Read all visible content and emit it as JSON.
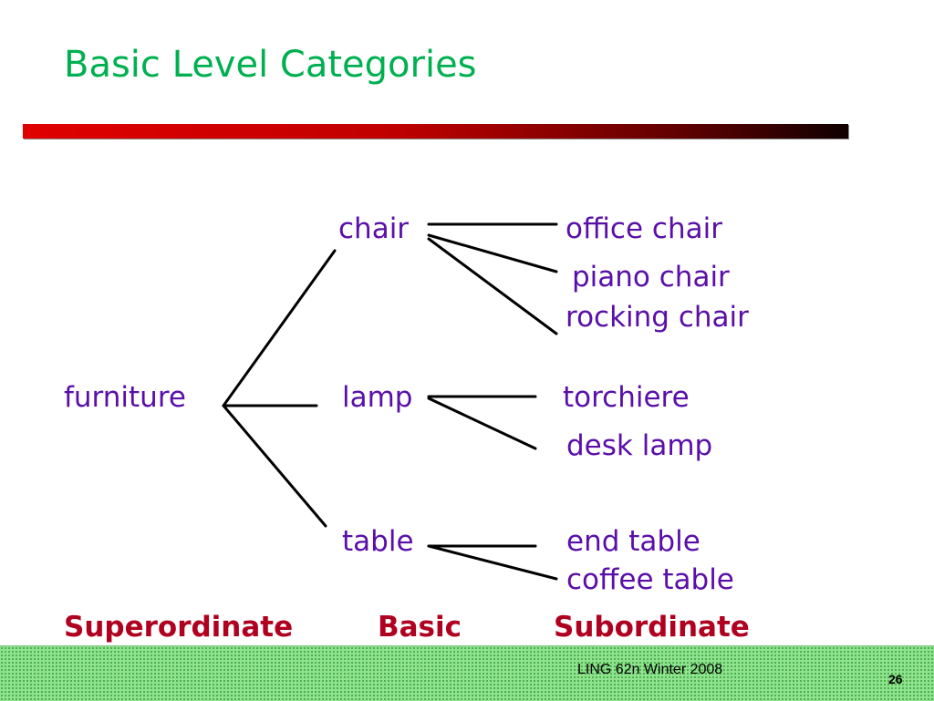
{
  "slide": {
    "title": "Basic Level Categories",
    "colors": {
      "title": "#00b050",
      "terms": "#5a0fa8",
      "levels": "#b00020",
      "footer": "#8fe38f"
    }
  },
  "tree": {
    "superordinate": "furniture",
    "basic": [
      {
        "label": "chair",
        "subordinates": [
          "office chair",
          "piano chair",
          "rocking chair"
        ]
      },
      {
        "label": "lamp",
        "subordinates": [
          "torchiere",
          "desk lamp"
        ]
      },
      {
        "label": "table",
        "subordinates": [
          "end table",
          "coffee table"
        ]
      }
    ]
  },
  "levels": {
    "superordinate": "Superordinate",
    "basic": "Basic",
    "subordinate": "Subordinate"
  },
  "footer": {
    "course": "LING 62n Winter 2008",
    "page_number": "26"
  }
}
